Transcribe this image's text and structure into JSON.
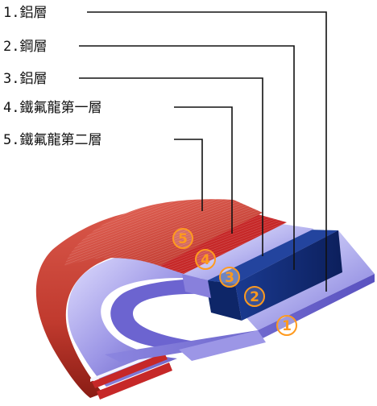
{
  "layers": [
    {
      "label": "1.鋁層",
      "number": "1"
    },
    {
      "label": "2.鋼層",
      "number": "2"
    },
    {
      "label": "3.鋁層",
      "number": "3"
    },
    {
      "label": "4.鐵氟龍第一層",
      "number": "4"
    },
    {
      "label": "5.鐵氟龍第二層",
      "number": "5"
    }
  ],
  "colors": {
    "aluminum": "#b8b6f0",
    "steel": "#12307a",
    "teflon1": "#c62828",
    "teflon2": "#d9574a",
    "badge": "#ff9a1e",
    "leader": "#111111"
  }
}
